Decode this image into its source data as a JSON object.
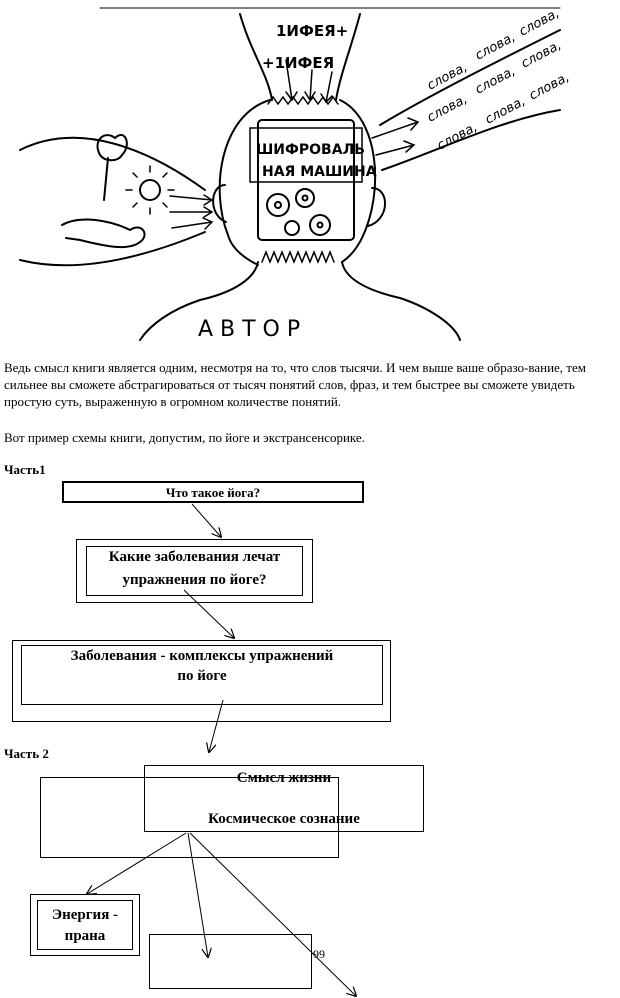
{
  "illustration": {
    "top_label": "1ИФЕЯ+",
    "second_label": "+1ИФЕЯ",
    "machine_label": [
      "ШИФРОВАЛЬ",
      "НАЯ МАШИНА"
    ],
    "words": [
      "слова,",
      "слова,",
      "слова,",
      "слова,",
      "слова,",
      "слова,",
      "слова,",
      "слова,",
      "слова,"
    ],
    "author_label": "А В Т О Р"
  },
  "paragraphs": {
    "p1": "Ведь смысл книги является одним, несмотря на то, что слов тысячи. И чем выше ваше образо-вание, тем сильнее вы сможете абстрагироваться от тысяч понятий слов, фраз, и тем быстрее вы сможете увидеть простую суть, выраженную в огромном количестве понятий.",
    "p2": "Вот пример схемы книги, допустим, по йоге и экстрансенсорике."
  },
  "part1": {
    "heading": "Часть1",
    "box1": "Что такое йога?",
    "box2_line1": "Какие заболевания лечат",
    "box2_line2": "упражнения по йоге?",
    "box3_line1": "Заболевания - комплексы упражнений",
    "box3_line2": "по йоге"
  },
  "part2": {
    "heading": "Часть 2",
    "box_main_line1": "Смысл жизни",
    "box_main_line2": "Космическое сознание",
    "box_energy_line1": "Энергия -",
    "box_energy_line2": "прана"
  },
  "page_number": "99"
}
